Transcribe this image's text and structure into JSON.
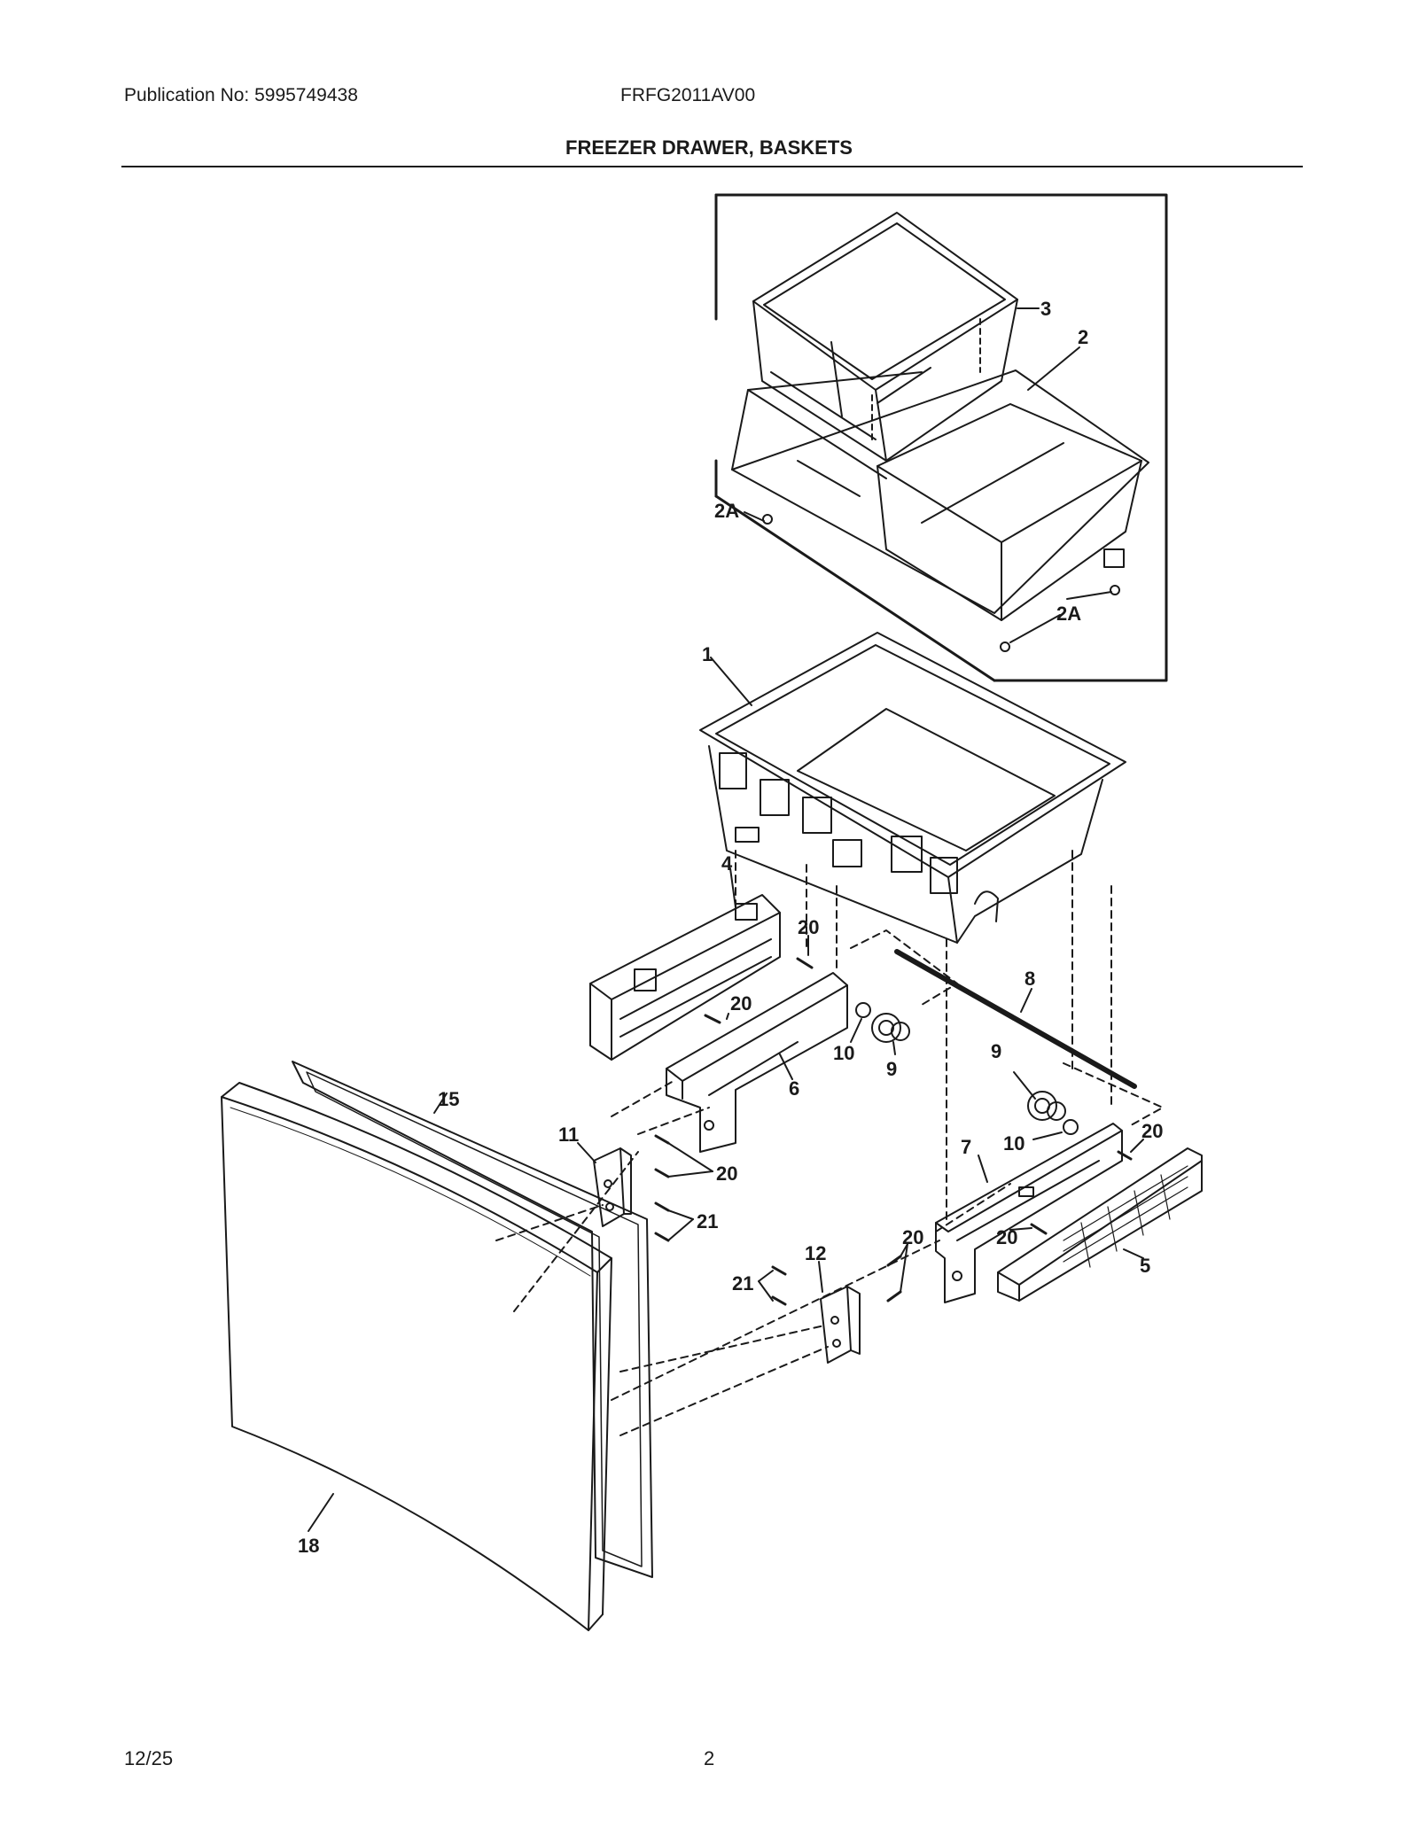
{
  "header": {
    "publication": "Publication No: 5995749438",
    "model": "FRFG2011AV00",
    "title": "FREEZER DRAWER, BASKETS"
  },
  "footer": {
    "date": "12/25",
    "page": "2"
  },
  "callouts": {
    "c1": "1",
    "c2": "2",
    "c2a_left": "2A",
    "c2a_right": "2A",
    "c3": "3",
    "c4": "4",
    "c5": "5",
    "c6": "6",
    "c7": "7",
    "c8": "8",
    "c9_left": "9",
    "c9_right": "9",
    "c10_left": "10",
    "c10_right": "10",
    "c11": "11",
    "c12": "12",
    "c15": "15",
    "c18": "18",
    "c20_a": "20",
    "c20_b": "20",
    "c20_c": "20",
    "c20_d": "20",
    "c20_e": "20",
    "c20_f": "20",
    "c21_left": "21",
    "c21_right": "21"
  }
}
